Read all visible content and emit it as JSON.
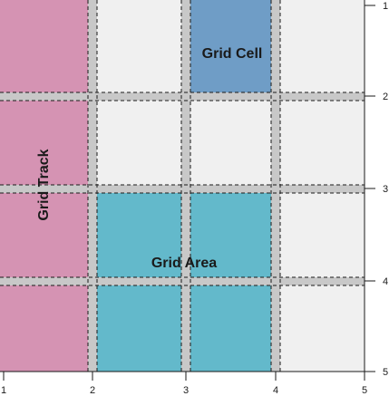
{
  "labels": {
    "grid_cell": "Grid Cell",
    "grid_track": "Grid Track",
    "grid_area": "Grid Area"
  },
  "column_lines": [
    "1",
    "2",
    "3",
    "4",
    "5"
  ],
  "row_lines": [
    "1",
    "2",
    "3",
    "4",
    "5"
  ],
  "colors": {
    "grid_track": "#d593b3",
    "grid_cell": "#6f9dc6",
    "grid_area": "#63b9cb",
    "cell_background": "#f0f0f0",
    "gutter": "#c8c8c8"
  }
}
